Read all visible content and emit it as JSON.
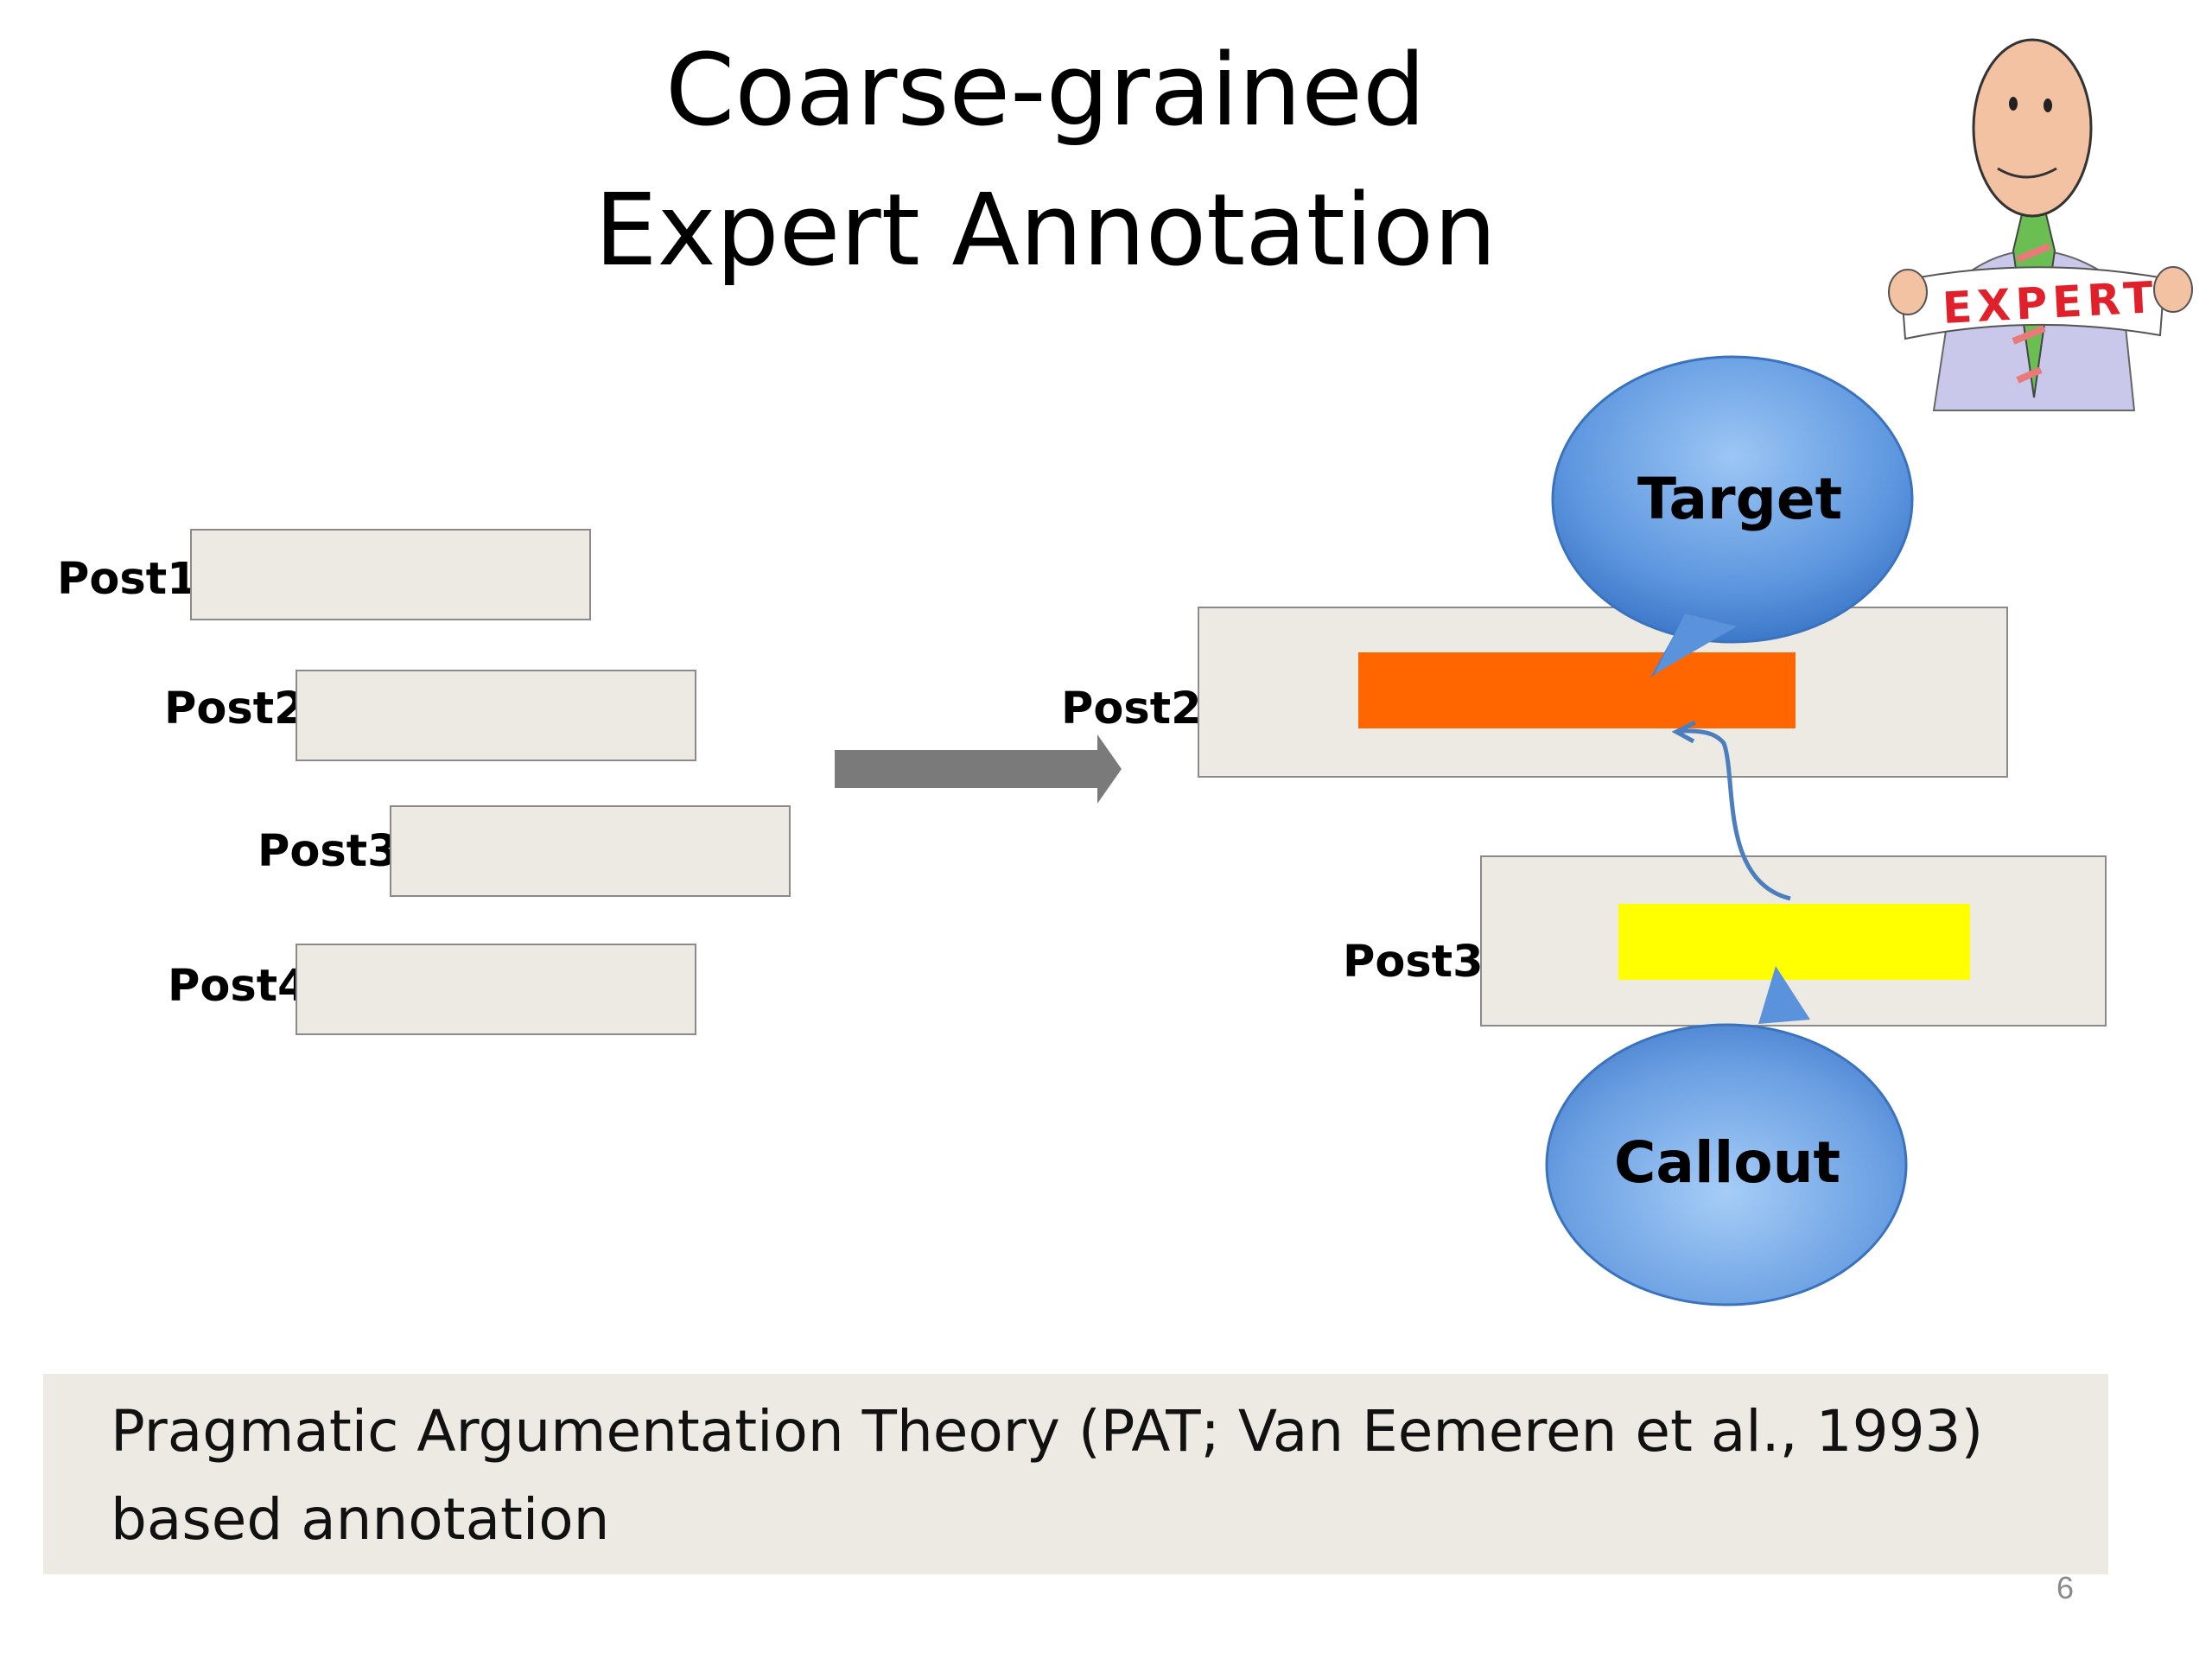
{
  "title": {
    "line1": "Coarse-grained",
    "line2": "Expert Annotation"
  },
  "left_posts": [
    "Post1",
    "Post2",
    "Post3",
    "Post4"
  ],
  "right": {
    "post_top_label": "Post2",
    "post_bottom_label": "Post3",
    "target_label": "Target",
    "callout_label": "Callout"
  },
  "expert_sign": "EXPERT",
  "citation": {
    "line1": "Pragmatic Argumentation Theory (PAT; Van Eemeren et al., 1993)",
    "line2": "based annotation"
  },
  "page_number": "6",
  "colors": {
    "post_fill": "#ECEAE2",
    "target_highlight": "#FF6600",
    "callout_highlight": "#FFFF00",
    "bubble": "#6FA8E8",
    "arrow": "#7A7A7A"
  }
}
